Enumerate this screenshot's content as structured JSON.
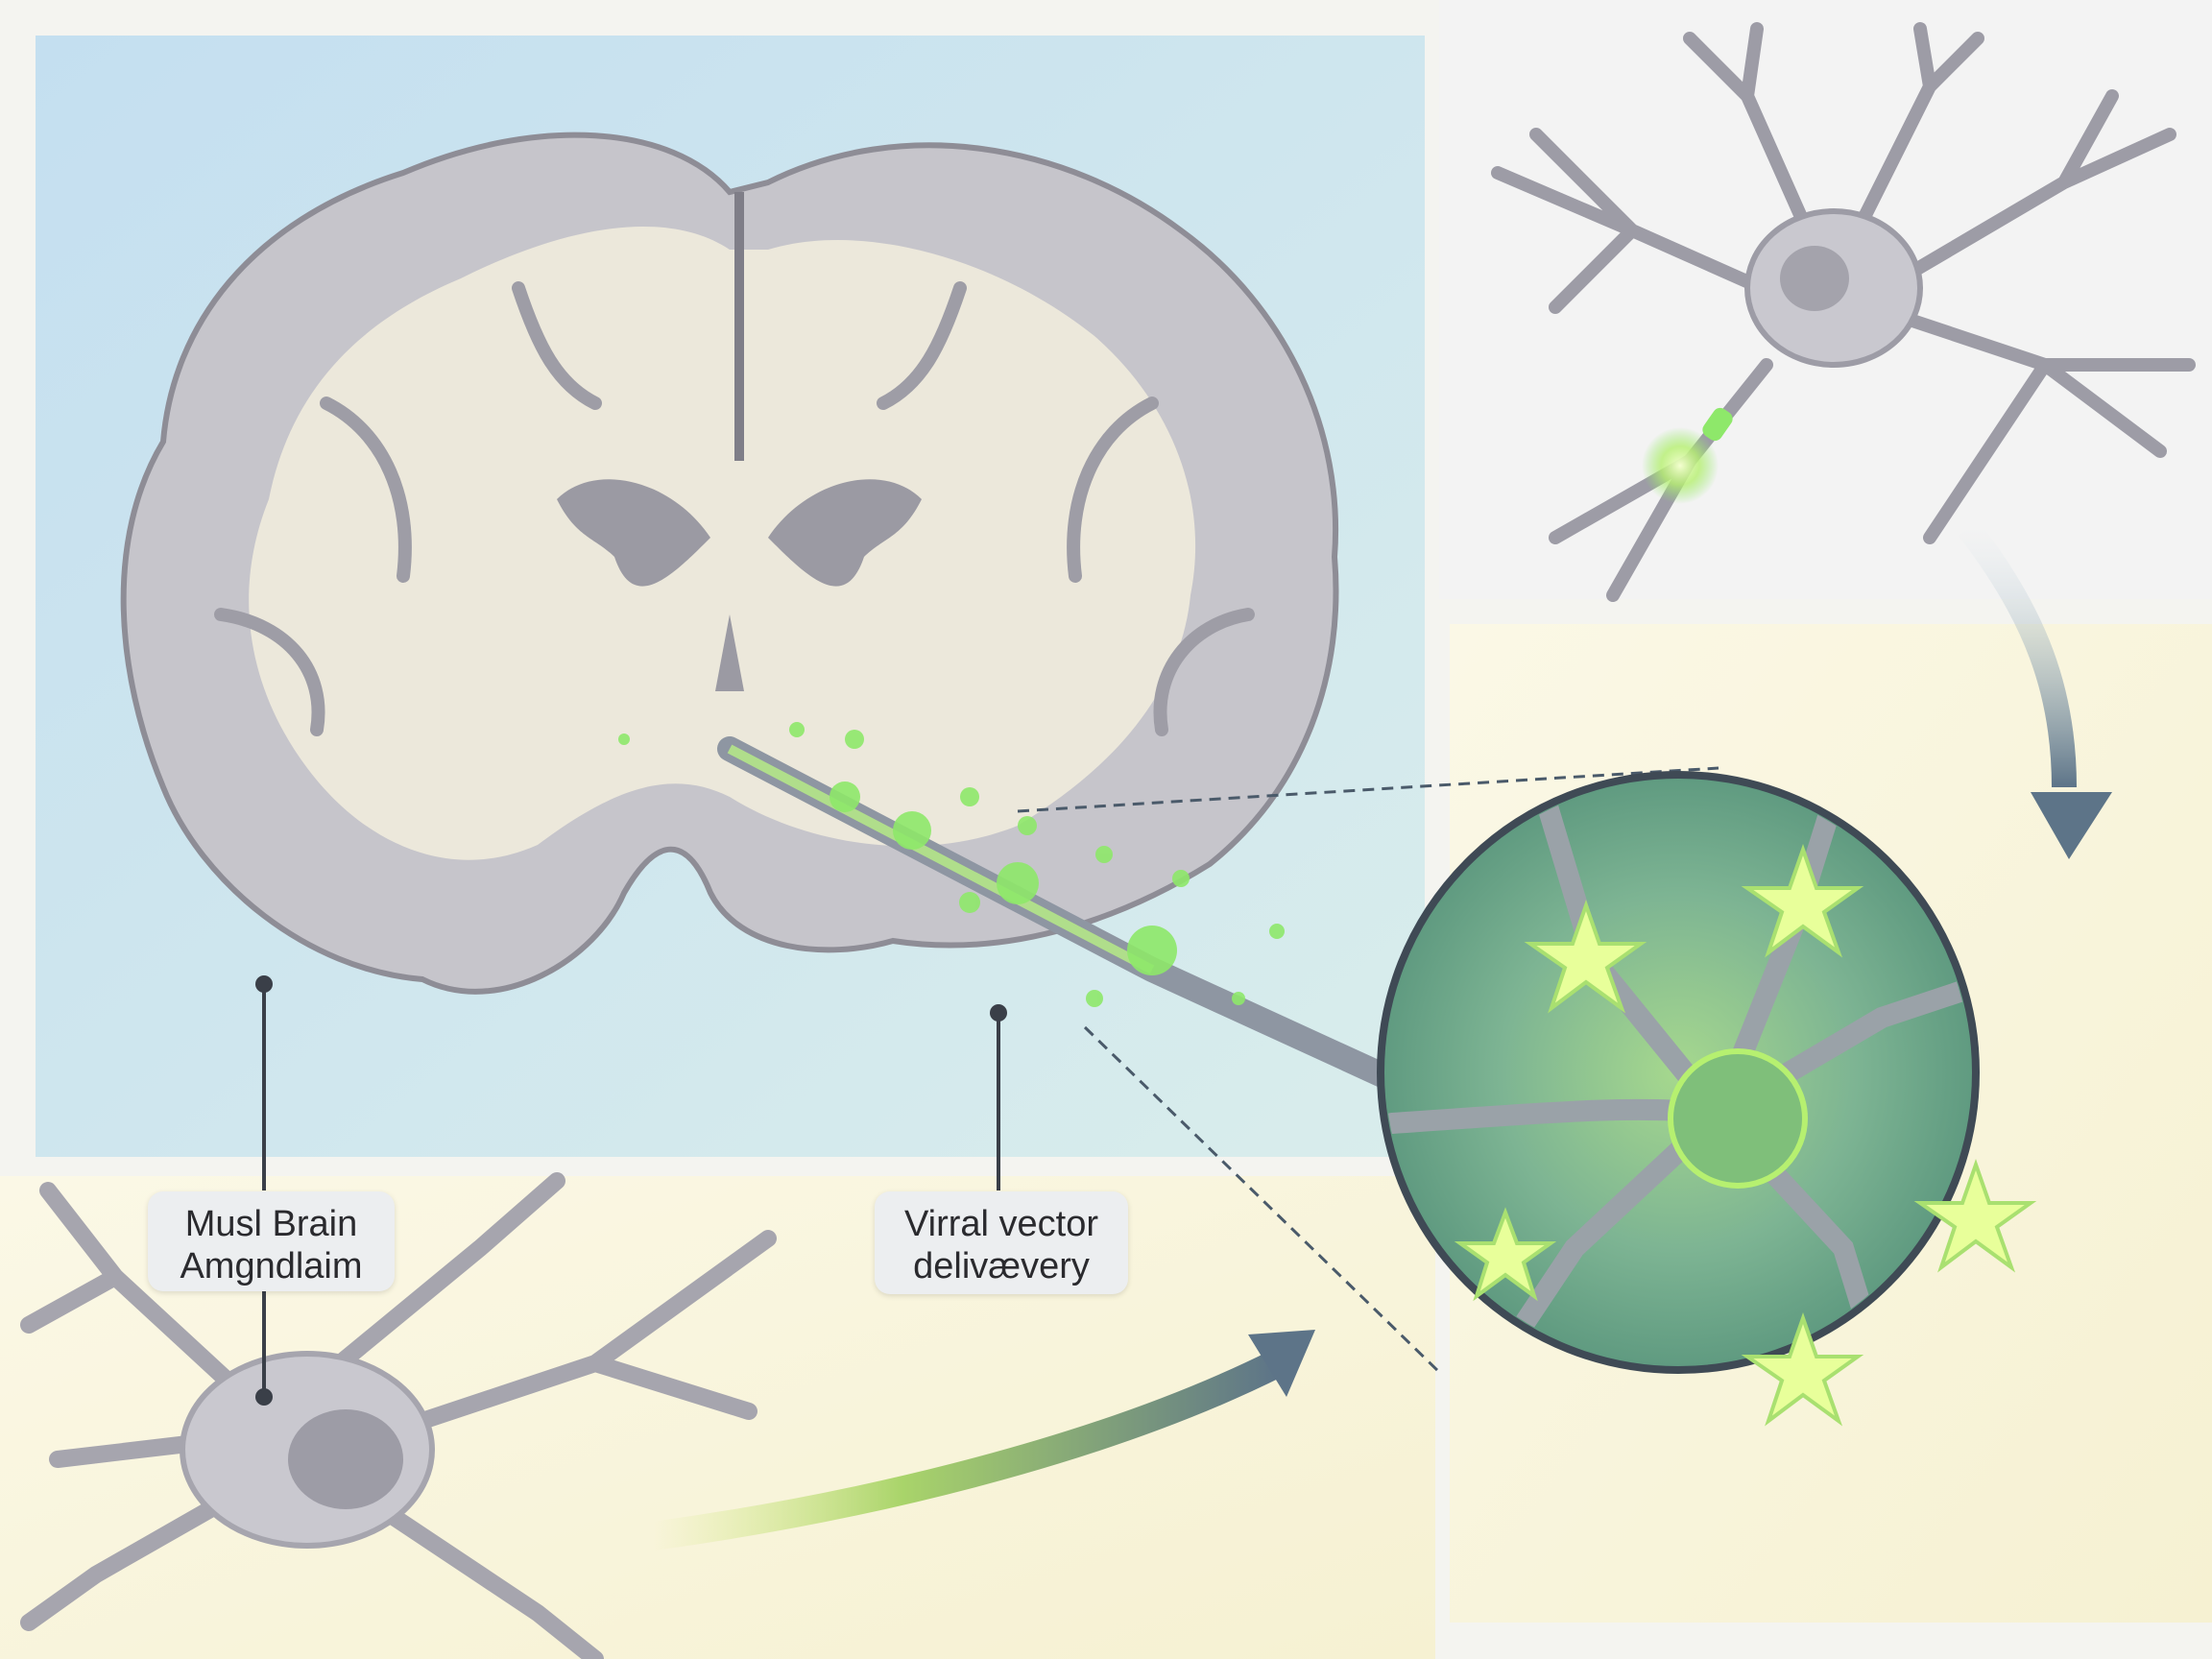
{
  "labels": {
    "brain_region": {
      "line1": "Musl Brain",
      "line2": "Amgndlaim"
    },
    "delivery": {
      "line1": "Virral vector",
      "line2": "delivævery"
    }
  },
  "colors": {
    "panel_blue": "#cfe6ef",
    "panel_cream": "#f8f4dc",
    "brain_grey": "#c9c8cc",
    "white_matter": "#eeeae0",
    "glow_green": "#8ee86a",
    "circle_green": "#6fa58a",
    "arrow_slate": "#5d7488"
  }
}
